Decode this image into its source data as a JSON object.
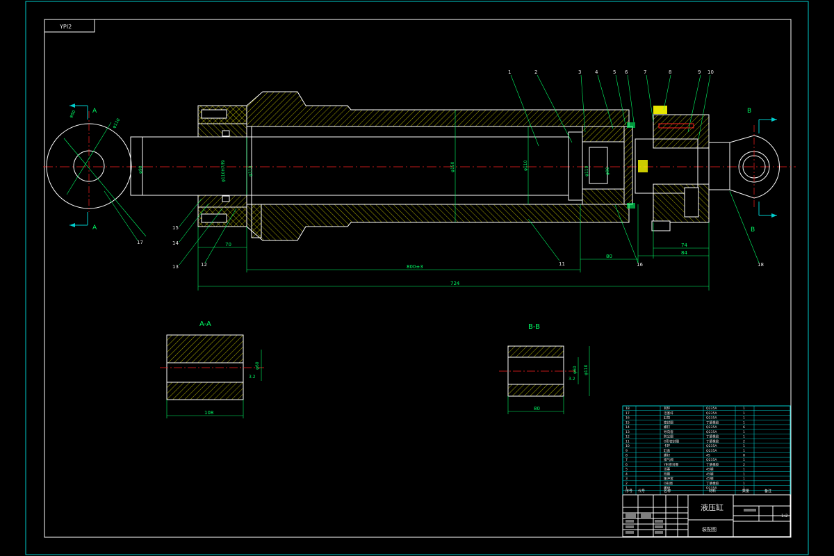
{
  "sheet": {
    "code": "YPI2"
  },
  "section_marks": {
    "a": "A",
    "b": "B"
  },
  "views": {
    "section_aa_title": "A-A",
    "section_bb_title": "B-B"
  },
  "balloons": [
    "1",
    "2",
    "3",
    "4",
    "5",
    "6",
    "7",
    "8",
    "9",
    "10",
    "11",
    "12",
    "13",
    "14",
    "15",
    "16",
    "17",
    "18"
  ],
  "dimensions": {
    "d_70": "70",
    "d_80_stroke": "80",
    "d_74": "74",
    "d_84": "84",
    "d_stroke": "800±3",
    "d_overall": "724",
    "aa_width": "108",
    "bb_width": "80",
    "d_bore": "φ150",
    "d_rod": "φ110",
    "d_rod2": "φ110H7/f9",
    "d_piston_rod": "φ90",
    "d_pin": "φ60",
    "d_seal": "φ110",
    "ra": "3.2"
  },
  "title_block": {
    "drawing_name": "液压缸",
    "sub_label": "装配图",
    "scale": "1:2"
  },
  "bom": {
    "columns": [
      "序号",
      "代号",
      "名称",
      "数量",
      "材料",
      "备注"
    ],
    "rows": [
      {
        "no": "18",
        "name": "耳环",
        "material": "Q235A",
        "qty": "1"
      },
      {
        "no": "17",
        "name": "活塞杆",
        "material": "Q235A",
        "qty": "1"
      },
      {
        "no": "16",
        "name": "缸筒",
        "material": "Q235A",
        "qty": "1"
      },
      {
        "no": "15",
        "name": "密封圈",
        "material": "丁腈橡胶",
        "qty": "1"
      },
      {
        "no": "14",
        "name": "螺钉",
        "material": "Q235A",
        "qty": "6"
      },
      {
        "no": "13",
        "name": "导向套",
        "material": "Q235A",
        "qty": "1"
      },
      {
        "no": "12",
        "name": "防尘圈",
        "material": "丁腈橡胶",
        "qty": "1"
      },
      {
        "no": "11",
        "name": "O形密封圈",
        "material": "丁腈橡胶",
        "qty": "2"
      },
      {
        "no": "10",
        "name": "卡环",
        "material": "Q235A",
        "qty": "1"
      },
      {
        "no": "9",
        "name": "缸盖",
        "material": "Q235A",
        "qty": "1"
      },
      {
        "no": "8",
        "name": "螺钉",
        "material": "45",
        "qty": "8"
      },
      {
        "no": "7",
        "name": "排气阀",
        "material": "Q235A",
        "qty": "1"
      },
      {
        "no": "6",
        "name": "Y形密封圈",
        "material": "丁腈橡胶",
        "qty": "2"
      },
      {
        "no": "5",
        "name": "活塞",
        "material": "45钢",
        "qty": "1"
      },
      {
        "no": "4",
        "name": "挡圈",
        "material": "45钢",
        "qty": "1"
      },
      {
        "no": "3",
        "name": "缓冲套",
        "material": "45钢",
        "qty": "1"
      },
      {
        "no": "2",
        "name": "O形圈",
        "material": "丁腈橡胶",
        "qty": "1"
      },
      {
        "no": "1",
        "name": "螺母",
        "material": "Q235A",
        "qty": "1"
      }
    ]
  },
  "colors": {
    "frame": "#00cccc",
    "outline": "#ffffff",
    "hatch": "#ffff00",
    "dimension": "#00ff66",
    "centerline": "#ff2020"
  }
}
